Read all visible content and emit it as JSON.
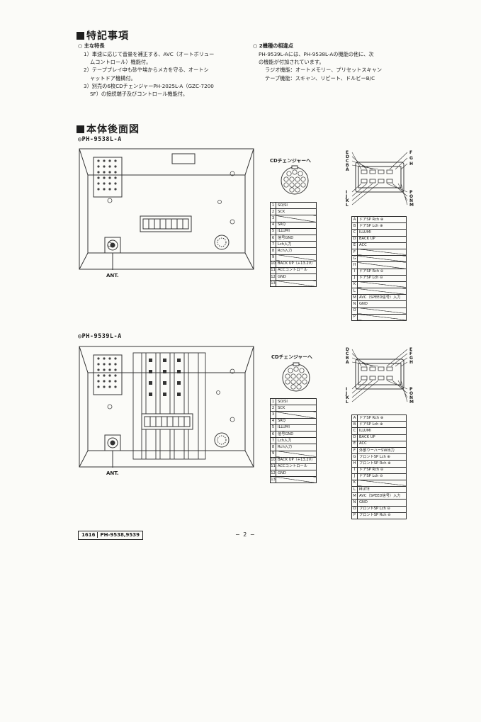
{
  "header": {
    "title": "特記事項",
    "features_heading": "主な特長",
    "features": [
      "1）車速に応じて音量を補正する、AVC（オートボリュー",
      "ムコントロール）機能付。",
      "2）テーププレイ中も砂や埃からメカを守る、オートシ",
      "ャットドア機構付。",
      "3）別売の6枚CDチェンジャーPH-2025L-A（GZC-7200",
      "SF）の接続端子及びコントロール機能付。"
    ],
    "diff_heading": "2機種の相違点",
    "diff_lines": [
      "PH-9539L-Aには、PH-9538L-Aの機能の他に、次",
      "の機能が付加されています。",
      "ラジオ機能：オートメモリー、プリセットスキャン",
      "テープ機能：スキャン、リピート、ドルビーB/C"
    ]
  },
  "rear_view": {
    "title": "本体後面図",
    "units": [
      {
        "model": "◎PH-9538L-A",
        "ant_label": "ANT.",
        "cd_label": "CDチェンジャーへ",
        "cd_pins": [
          {
            "n": "1",
            "v": "SO/SI"
          },
          {
            "n": "2",
            "v": "SCK"
          },
          {
            "n": "3",
            "v": ""
          },
          {
            "n": "4",
            "v": "SRQ"
          },
          {
            "n": "5",
            "v": "ILLUMI"
          },
          {
            "n": "6",
            "v": "信号GND"
          },
          {
            "n": "7",
            "v": "Lch入力"
          },
          {
            "n": "8",
            "v": "Rch入力"
          },
          {
            "n": "9",
            "v": ""
          },
          {
            "n": "10",
            "v": "BACK UP（+13.2V）"
          },
          {
            "n": "11",
            "v": "ACCコントロール"
          },
          {
            "n": "12",
            "v": "GND"
          },
          {
            "n": "13",
            "v": ""
          }
        ],
        "main_letters_left": [
          "E",
          "D",
          "C",
          "B",
          "A"
        ],
        "main_letters_right": [
          "F",
          "G",
          "H"
        ],
        "main_letters_bottom_left": [
          "I",
          "J",
          "K",
          "L"
        ],
        "main_letters_bottom_right": [
          "P",
          "O",
          "N",
          "M"
        ],
        "main_pins": [
          {
            "n": "A",
            "v": "ドアSP Rch ⊕"
          },
          {
            "n": "B",
            "v": "ドアSP Lch ⊕"
          },
          {
            "n": "C",
            "v": "ILLUMI"
          },
          {
            "n": "D",
            "v": "BACK UP"
          },
          {
            "n": "E",
            "v": "ACC"
          },
          {
            "n": "F",
            "v": ""
          },
          {
            "n": "G",
            "v": ""
          },
          {
            "n": "H",
            "v": ""
          },
          {
            "n": "I",
            "v": "ドアSP Rch ⊖"
          },
          {
            "n": "J",
            "v": "ドアSP Lch ⊖"
          },
          {
            "n": "K",
            "v": ""
          },
          {
            "n": "L",
            "v": ""
          },
          {
            "n": "M",
            "v": "AVC（SPEED信号）入力"
          },
          {
            "n": "N",
            "v": "GND"
          },
          {
            "n": "O",
            "v": ""
          },
          {
            "n": "P",
            "v": ""
          }
        ]
      },
      {
        "model": "◎PH-9539L-A",
        "ant_label": "ANT.",
        "cd_label": "CDチェンジャーへ",
        "cd_pins": [
          {
            "n": "1",
            "v": "SO/SI"
          },
          {
            "n": "2",
            "v": "SCK"
          },
          {
            "n": "3",
            "v": ""
          },
          {
            "n": "4",
            "v": "SRQ"
          },
          {
            "n": "5",
            "v": "ILLUMI"
          },
          {
            "n": "6",
            "v": "信号GND"
          },
          {
            "n": "7",
            "v": "Lch入力"
          },
          {
            "n": "8",
            "v": "Rch入力"
          },
          {
            "n": "9",
            "v": ""
          },
          {
            "n": "10",
            "v": "BACK UP（+13.2V）"
          },
          {
            "n": "11",
            "v": "ACCコントロール"
          },
          {
            "n": "12",
            "v": "GND"
          },
          {
            "n": "13",
            "v": ""
          }
        ],
        "main_letters_left": [
          "D",
          "C",
          "B",
          "A"
        ],
        "main_letters_right": [
          "E",
          "F",
          "G",
          "H"
        ],
        "main_letters_bottom_left": [
          "I",
          "J",
          "K",
          "L"
        ],
        "main_letters_bottom_right": [
          "P",
          "O",
          "N",
          "M"
        ],
        "main_pins": [
          {
            "n": "A",
            "v": "ドアSP Rch ⊕"
          },
          {
            "n": "B",
            "v": "ドアSP Lch ⊕"
          },
          {
            "n": "C",
            "v": "ILLUMI"
          },
          {
            "n": "D",
            "v": "BACK UP"
          },
          {
            "n": "E",
            "v": "ACC"
          },
          {
            "n": "F",
            "v": "外部ウーハーSW出力"
          },
          {
            "n": "G",
            "v": "フロントSP Lch ⊕"
          },
          {
            "n": "H",
            "v": "フロントSP Rch ⊕"
          },
          {
            "n": "I",
            "v": "ドアSP Rch ⊖"
          },
          {
            "n": "J",
            "v": "ドアSP Lch ⊖"
          },
          {
            "n": "K",
            "v": ""
          },
          {
            "n": "L",
            "v": "MUTE"
          },
          {
            "n": "M",
            "v": "AVC（SPEED信号）入力"
          },
          {
            "n": "N",
            "v": "GND"
          },
          {
            "n": "O",
            "v": "フロントSP Lch ⊖"
          },
          {
            "n": "P",
            "v": "フロントSP Rch ⊖"
          }
        ]
      }
    ]
  },
  "footer": {
    "code": "1616",
    "models": "PH-9538,9539",
    "page": "− 2 −"
  }
}
